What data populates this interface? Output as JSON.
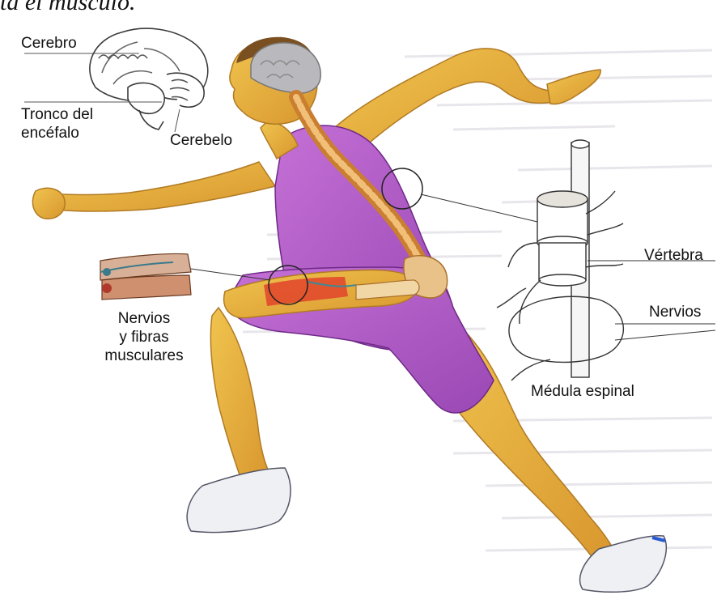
{
  "header_text": "ta el músculo.",
  "labels": {
    "cerebro": "Cerebro",
    "tronco": [
      "Tronco del",
      "encéfalo"
    ],
    "cerebelo": "Cerebelo",
    "nervios_fibras": [
      "Nervios",
      "y fibras",
      "musculares"
    ],
    "vertebra": "Vértebra",
    "nervios": "Nervios",
    "medula": "Médula espinal"
  },
  "colors": {
    "skin": "#e9b340",
    "skin_shadow": "#c9862a",
    "outfit": "#b45ac8",
    "outfit_shadow": "#8e3aa6",
    "bone": "#e2a255",
    "brain": "#b9b9bd",
    "muscle": "#e0442c"
  }
}
